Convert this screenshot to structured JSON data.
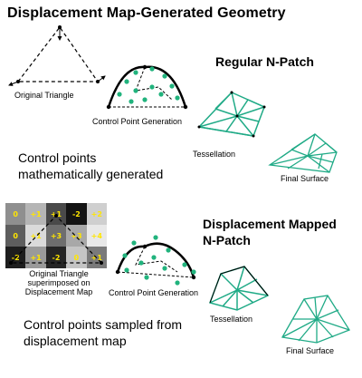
{
  "title": "Displacement Map-Generated Geometry",
  "regular": {
    "heading": "Regular N-Patch",
    "original_caption": "Original Triangle",
    "control_caption": "Control Point Generation",
    "tessellation_caption": "Tessellation",
    "final_caption": "Final Surface",
    "note_line1": "Control points",
    "note_line2": "mathematically generated"
  },
  "displaced": {
    "heading_line1": "Displacement Mapped",
    "heading_line2": "N-Patch",
    "original_caption_line1": "Original Triangle",
    "original_caption_line2": "superimposed on",
    "original_caption_line3": "Displacement Map",
    "control_caption": "Control Point Generation",
    "tessellation_caption": "Tessellation",
    "final_caption": "Final Surface",
    "note_line1": "Control points sampled from",
    "note_line2": "displacement map"
  },
  "displacement_map": {
    "cells": [
      {
        "value": "0",
        "shade": "#8f8f8f"
      },
      {
        "value": "+1",
        "shade": "#b5b5b5"
      },
      {
        "value": "+1",
        "shade": "#4a4a4a"
      },
      {
        "value": "-2",
        "shade": "#141414"
      },
      {
        "value": "+2",
        "shade": "#cfcfcf"
      },
      {
        "value": "0",
        "shade": "#5e5e5e"
      },
      {
        "value": "+1",
        "shade": "#dadada"
      },
      {
        "value": "+3",
        "shade": "#6e6e6e"
      },
      {
        "value": "+3",
        "shade": "#a8a8a8"
      },
      {
        "value": "+4",
        "shade": "#e8e8e8"
      },
      {
        "value": "-2",
        "shade": "#1e1e1e"
      },
      {
        "value": "+1",
        "shade": "#9a9a9a"
      },
      {
        "value": "-2",
        "shade": "#252525"
      },
      {
        "value": "0",
        "shade": "#c4c4c4"
      },
      {
        "value": "+1",
        "shade": "#7a7a7a"
      }
    ]
  },
  "colors": {
    "mesh": "#1faa86",
    "point": "#21b37d",
    "text": "#000000",
    "map_text": "#ffe600"
  }
}
